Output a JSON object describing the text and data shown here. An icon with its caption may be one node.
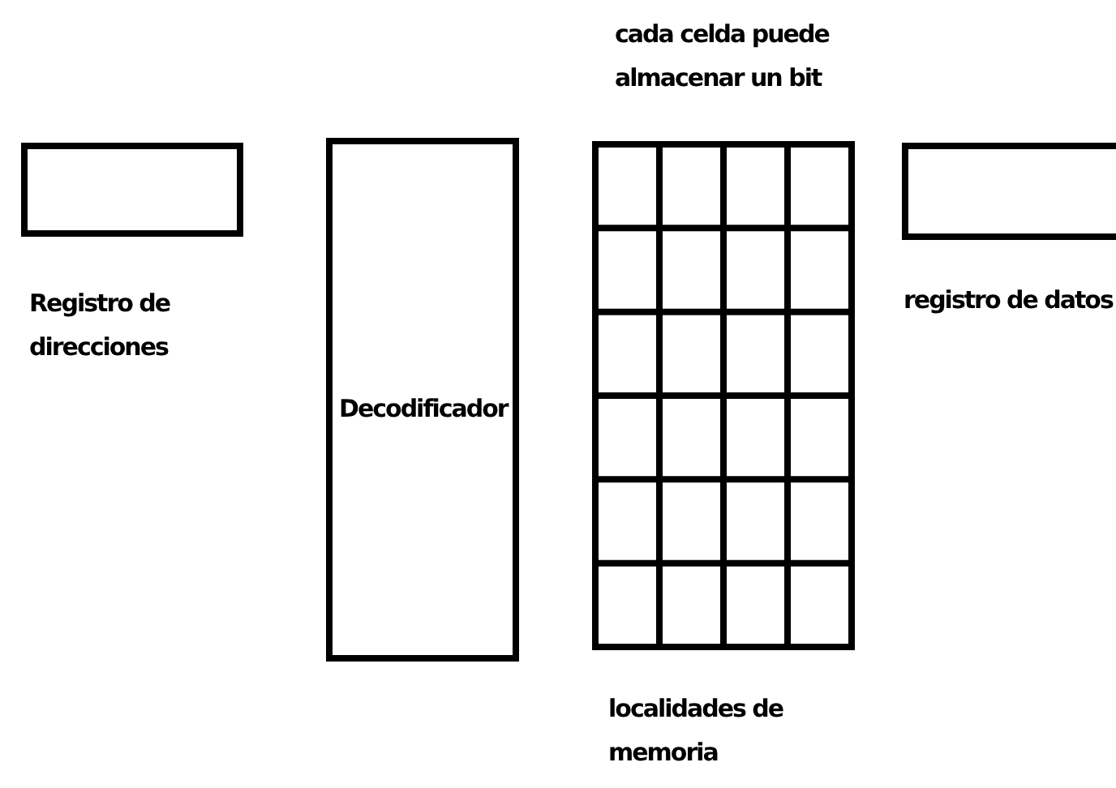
{
  "diagram": {
    "nodes": [
      {
        "text": [
          "Registro de direcciones"
        ]
      },
      {
        "text": [
          "Decodificador"
        ]
      },
      {
        "text": [
          "cada celda puede almacenar un bit",
          "localidades de memoria"
        ]
      },
      {
        "text": [
          "registro de datos"
        ]
      }
    ],
    "edges": []
  }
}
